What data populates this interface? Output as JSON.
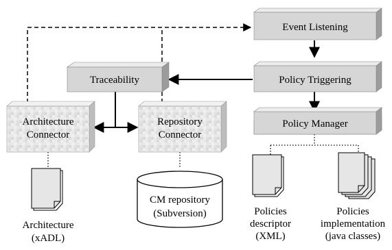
{
  "nodes": {
    "event_listening": {
      "label": "Event Listening"
    },
    "policy_triggering": {
      "label": "Policy Triggering"
    },
    "policy_manager": {
      "label": "Policy Manager"
    },
    "traceability": {
      "label": "Traceability"
    },
    "architecture_connector": {
      "line1": "Architecture",
      "line2": "Connector"
    },
    "repository_connector": {
      "line1": "Repository",
      "line2": "Connector"
    }
  },
  "artifacts": {
    "architecture": {
      "line1": "Architecture",
      "line2": "(xADL)"
    },
    "cm_repository": {
      "line1": "CM repository",
      "line2": "(Subversion)"
    },
    "policies_descriptor": {
      "line1": "Policies",
      "line2": "descriptor",
      "line3": "(XML)"
    },
    "policies_implementation": {
      "line1": "Policies",
      "line2": "implementation",
      "line3": "(java classes)"
    }
  },
  "colors": {
    "box_face": "#d6d6d6",
    "box_side": "#9c9c9c",
    "box_top": "#ececec",
    "textured_face": "#e6e6e6",
    "line": "#000000"
  }
}
